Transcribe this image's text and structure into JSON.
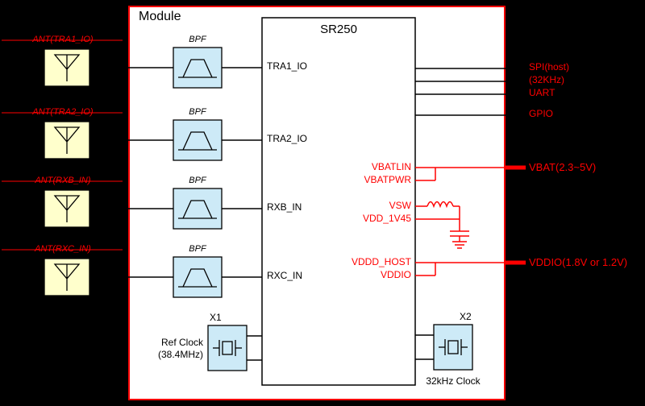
{
  "diagram": {
    "module_label": "Module",
    "chip_title": "SR250",
    "bpf_label": "BPF",
    "antennas": [
      {
        "label": "ANT(TRA1_IO)"
      },
      {
        "label": "ANT(TRA2_IO)"
      },
      {
        "label": "ANT(RXB_IN)"
      },
      {
        "label": "ANT(RXC_IN)"
      }
    ],
    "chip_left_pins": [
      {
        "label": "TRA1_IO"
      },
      {
        "label": "TRA2_IO"
      },
      {
        "label": "RXB_IN"
      },
      {
        "label": "RXC_IN"
      }
    ],
    "host_signals": [
      {
        "label": "SPI(host)"
      },
      {
        "label": "(32KHz)"
      },
      {
        "label": "UART"
      },
      {
        "label": "GPIO"
      }
    ],
    "power": {
      "vbatlin": "VBATLIN",
      "vbatpwr": "VBATPWR",
      "vbat_rail": "VBAT(2.3~5V)",
      "vsw": "VSW",
      "vdd_1v45": "VDD_1V45",
      "vddd_host": "VDDD_HOST",
      "vddio": "VDDIO",
      "vddio_rail": "VDDIO(1.8V or 1.2V)"
    },
    "clocks": {
      "x1_ref": "X1",
      "x1_label_line1": "Ref Clock",
      "x1_label_line2": "(38.4MHz)",
      "x2_ref": "X2",
      "x2_label": "32kHz Clock"
    },
    "colors": {
      "module_border": "#ff0000",
      "power_net": "#ff0000",
      "signal_net": "#000000",
      "antenna_fill": "#ffffcc",
      "filter_fill": "#cdeaf7",
      "crystal_fill": "#cdeaf7"
    }
  }
}
